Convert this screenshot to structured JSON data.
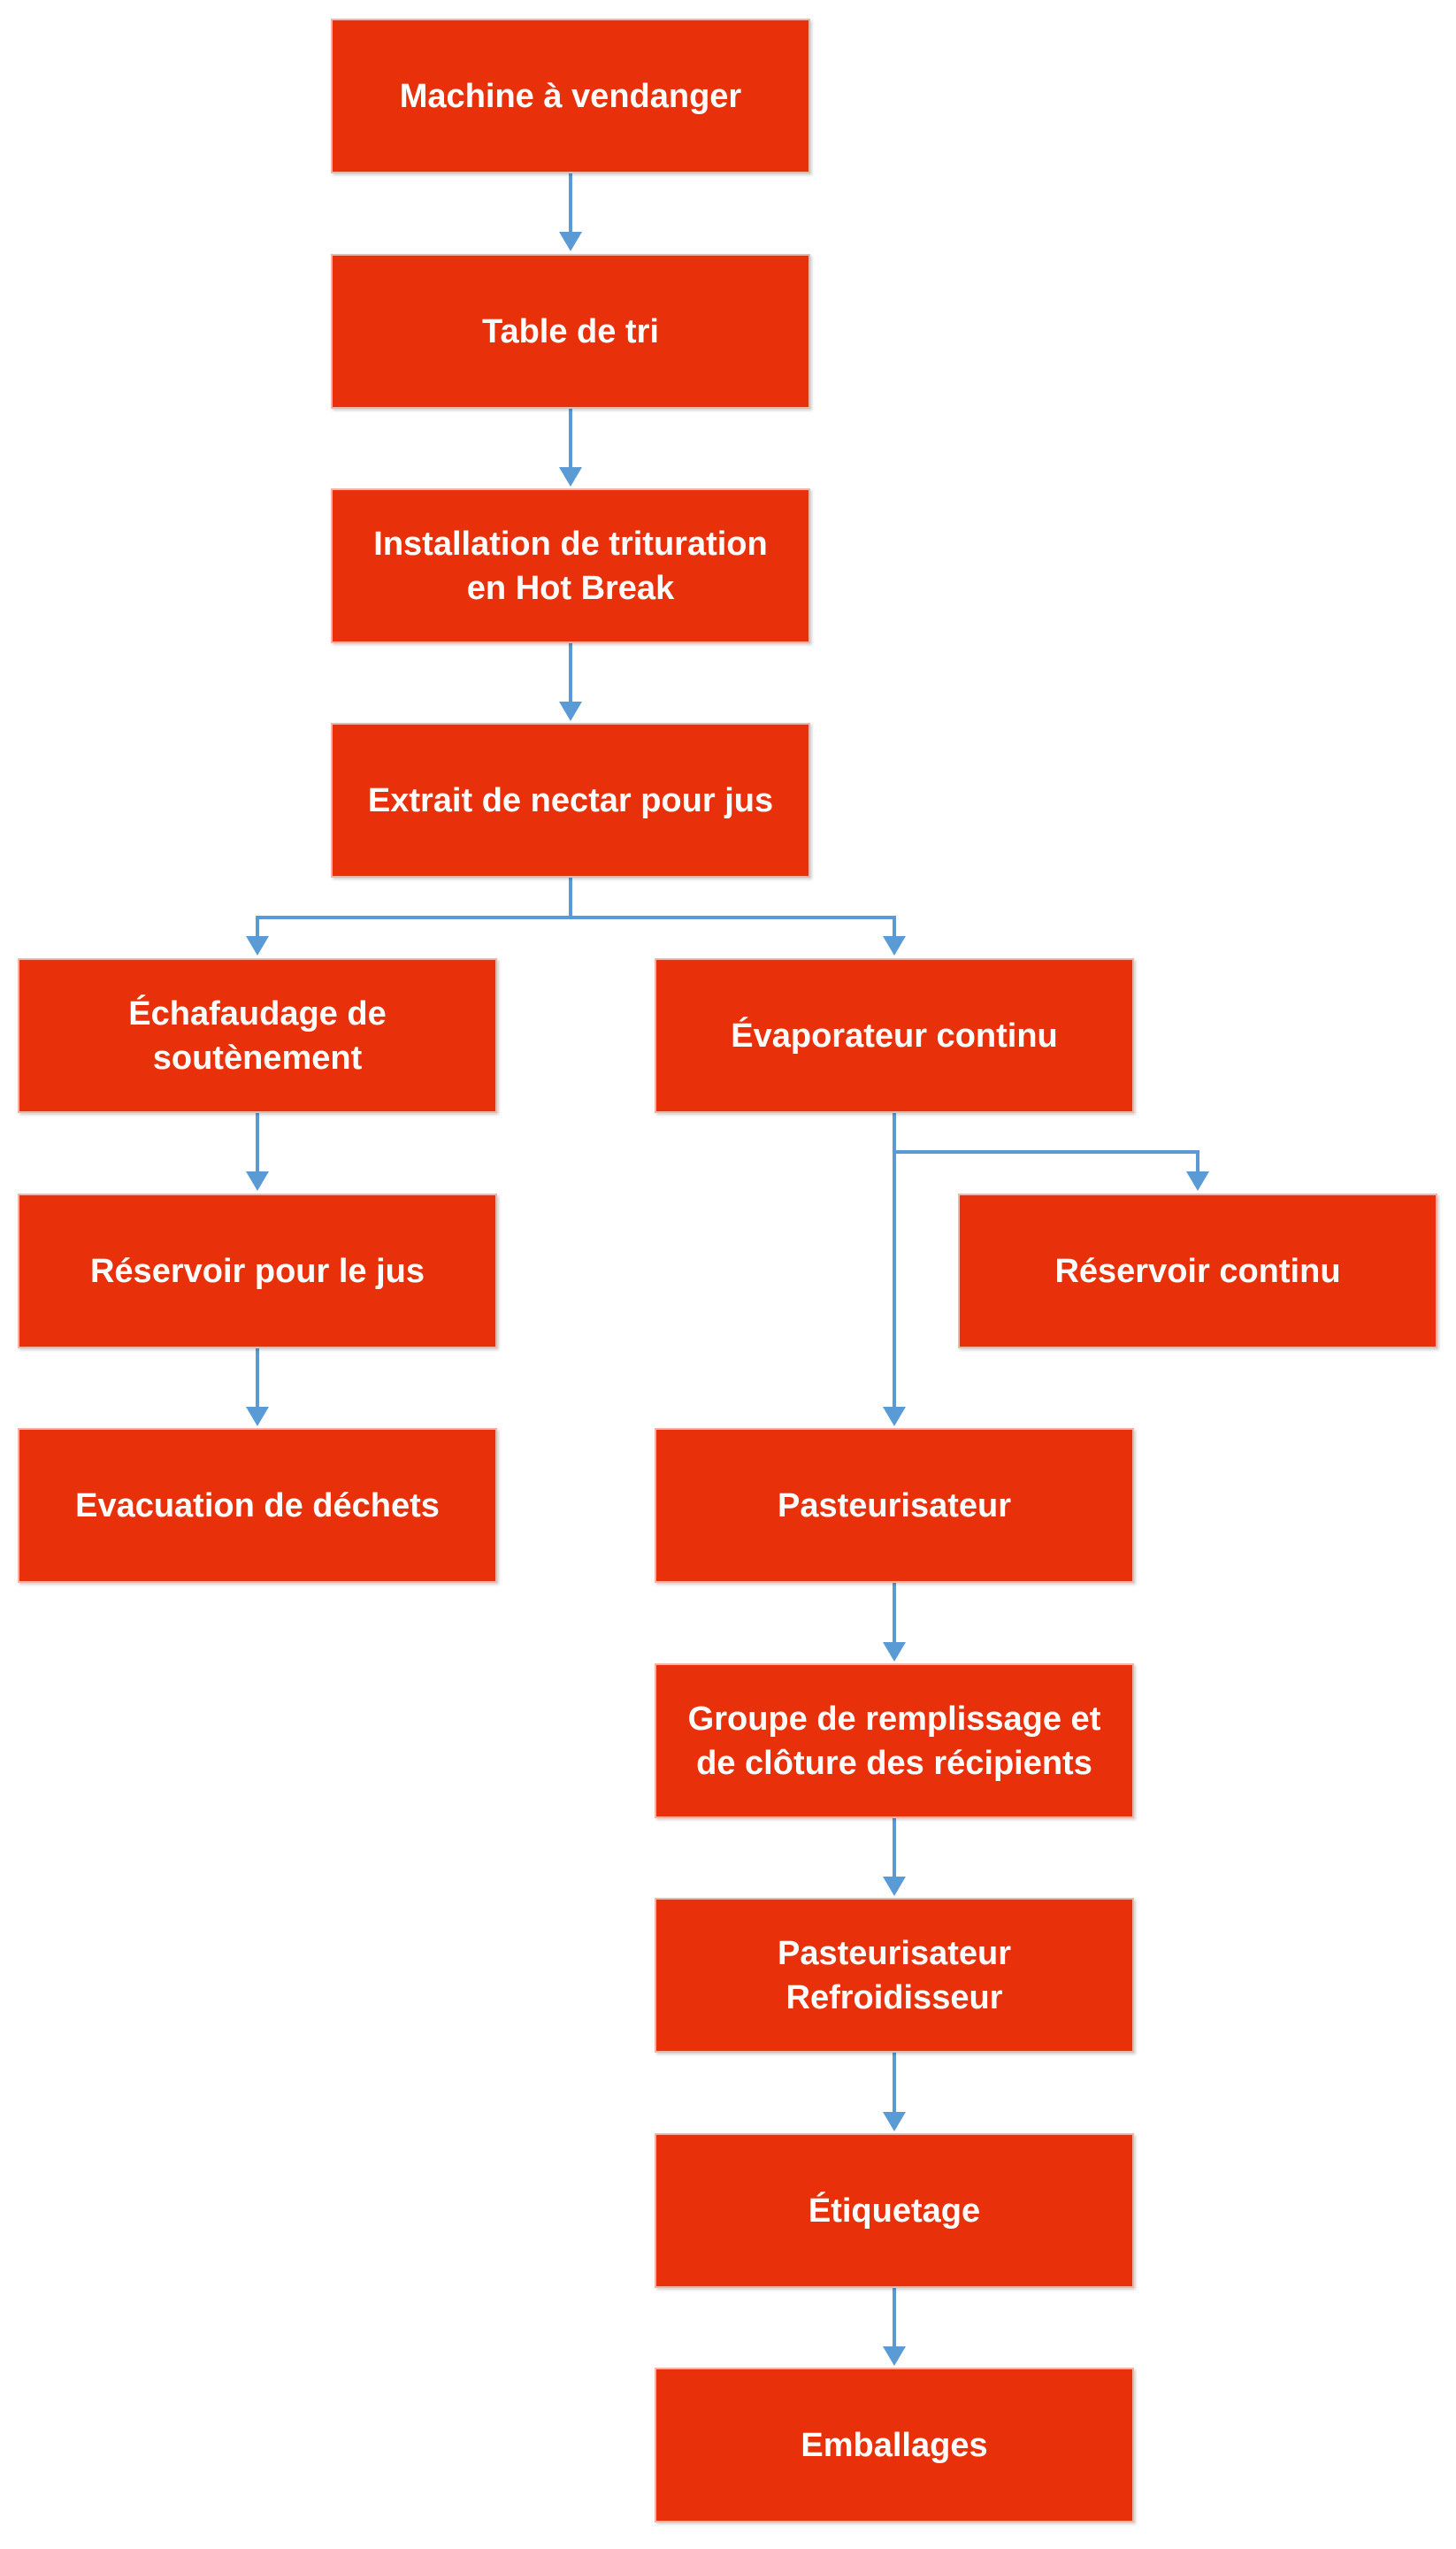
{
  "colors": {
    "box_fill": "#e8300a",
    "box_text": "#ffffff",
    "connector": "#5b9bd5"
  },
  "nodes": {
    "machine_a_vendanger": "Machine à vendanger",
    "table_de_tri": "Table de tri",
    "installation_trituration": "Installation de trituration\nen Hot Break",
    "extrait_nectar": "Extrait de nectar pour jus",
    "echafaudage": "Échafaudage de\nsoutènement",
    "evaporateur": "Évaporateur continu",
    "reservoir_jus": "Réservoir pour le jus",
    "reservoir_continu": "Réservoir continu",
    "evacuation_dechets": "Evacuation de déchets",
    "pasteurisateur": "Pasteurisateur",
    "groupe_remplissage": "Groupe de remplissage et\nde clôture des récipients",
    "pasteurisateur_refroidisseur": "Pasteurisateur\nRefroidisseur",
    "etiquetage": "Étiquetage",
    "emballages": "Emballages"
  }
}
